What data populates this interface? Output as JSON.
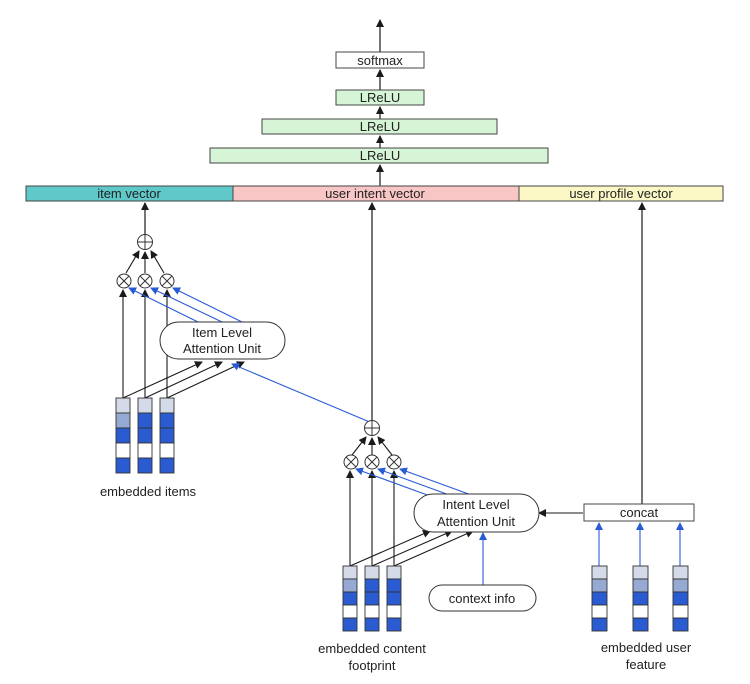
{
  "diagram": {
    "top_layers": [
      {
        "label": "softmax",
        "color": "#ffffff"
      },
      {
        "label": "LReLU",
        "color": "#d6f5d6"
      },
      {
        "label": "LReLU",
        "color": "#d6f5d6"
      },
      {
        "label": "LReLU",
        "color": "#d6f5d6"
      }
    ],
    "vectors": [
      {
        "label": "item vector",
        "color": "#5fc8c8"
      },
      {
        "label": "user intent vector",
        "color": "#f9c6c6"
      },
      {
        "label": "user profile vector",
        "color": "#fbf8c6"
      }
    ],
    "item_attention": {
      "line1": "Item Level",
      "line2": "Attention Unit"
    },
    "intent_attention": {
      "line1": "Intent Level",
      "line2": "Attention Unit"
    },
    "context": {
      "label": "context info"
    },
    "concat": {
      "label": "concat"
    },
    "captions": {
      "embedded_items": "embedded items",
      "embedded_content_1": "embedded content",
      "embedded_content_2": "footprint",
      "embedded_user_1": "embedded user",
      "embedded_user_2": "feature"
    },
    "colors": {
      "arrow_black": "#1a1a1a",
      "arrow_blue": "#2a5bd7",
      "cell_dark": "#2a5bd1",
      "cell_mid": "#95a9d3",
      "cell_light": "#d4dae8",
      "cell_white": "#ffffff"
    },
    "embedding_patterns": {
      "items": [
        [
          "light",
          "mid",
          "dark",
          "white",
          "dark"
        ],
        [
          "light",
          "dark",
          "dark",
          "white",
          "dark"
        ],
        [
          "light",
          "dark",
          "dark",
          "white",
          "dark"
        ]
      ],
      "content": [
        [
          "light",
          "mid",
          "dark",
          "white",
          "dark"
        ],
        [
          "light",
          "dark",
          "dark",
          "white",
          "dark"
        ],
        [
          "light",
          "dark",
          "dark",
          "white",
          "dark"
        ]
      ],
      "user": [
        [
          "light",
          "mid",
          "dark",
          "white",
          "dark"
        ],
        [
          "light",
          "mid",
          "dark",
          "white",
          "dark"
        ],
        [
          "light",
          "mid",
          "dark",
          "white",
          "dark"
        ]
      ]
    }
  }
}
